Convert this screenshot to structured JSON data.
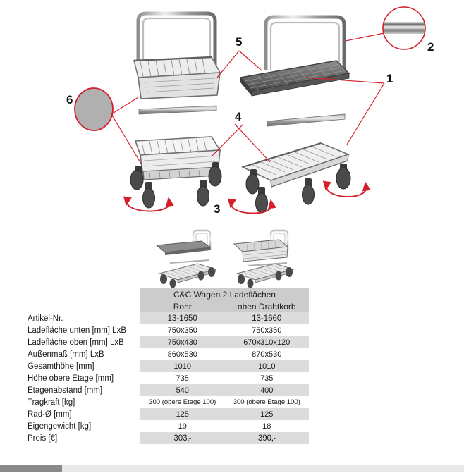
{
  "illustration": {
    "alt": "Zwei Varianten des C&C Wagens mit nummerierten Detailhinweisen",
    "callouts": [
      {
        "id": "1",
        "label": "1"
      },
      {
        "id": "2",
        "label": "2"
      },
      {
        "id": "3",
        "label": "3"
      },
      {
        "id": "4",
        "label": "4"
      },
      {
        "id": "5",
        "label": "5"
      },
      {
        "id": "6",
        "label": "6"
      }
    ]
  },
  "thumbnails": [
    {
      "name": "cart-tube-variant"
    },
    {
      "name": "cart-wire-basket-variant"
    }
  ],
  "table": {
    "group_header": "C&C Wagen 2 Ladeflächen",
    "row_label_header": "",
    "columns": [
      {
        "label": "Rohr"
      },
      {
        "label": "oben Drahtkorb"
      }
    ],
    "rows": [
      {
        "label": "Artikel-Nr.",
        "values": [
          "13-1650",
          "13-1660"
        ]
      },
      {
        "label": "Ladefläche unten [mm] LxB",
        "values": [
          "750x350",
          "750x350"
        ]
      },
      {
        "label": "Ladefläche oben [mm] LxB",
        "values": [
          "750x430",
          "670x310x120"
        ]
      },
      {
        "label": "Außenmaß [mm] LxB",
        "values": [
          "860x530",
          "870x530"
        ]
      },
      {
        "label": "Gesamthöhe [mm]",
        "values": [
          "1010",
          "1010"
        ]
      },
      {
        "label": "Höhe obere Etage [mm]",
        "values": [
          "735",
          "735"
        ]
      },
      {
        "label": "Etagenabstand [mm]",
        "values": [
          "540",
          "400"
        ]
      },
      {
        "label": "Tragkraft [kg]",
        "values": [
          "300 (obere Etage 100)",
          "300 (obere Etage 100)"
        ]
      },
      {
        "label": "Rad-Ø [mm]",
        "values": [
          "125",
          "125"
        ]
      },
      {
        "label": "Eigengewicht [kg]",
        "values": [
          "19",
          "18"
        ]
      },
      {
        "label": "Preis [€]",
        "values": [
          "303",
          "390"
        ],
        "suffix": ",-"
      }
    ]
  },
  "colors": {
    "header_gray": "#cccccc",
    "stripe_gray": "#dcdcdc",
    "callout_red": "#d4202c",
    "callout_fill_gray": "#b0b0b0",
    "scroll_thumb": "#8a8a8d",
    "scroll_track": "#e8e8e8"
  }
}
